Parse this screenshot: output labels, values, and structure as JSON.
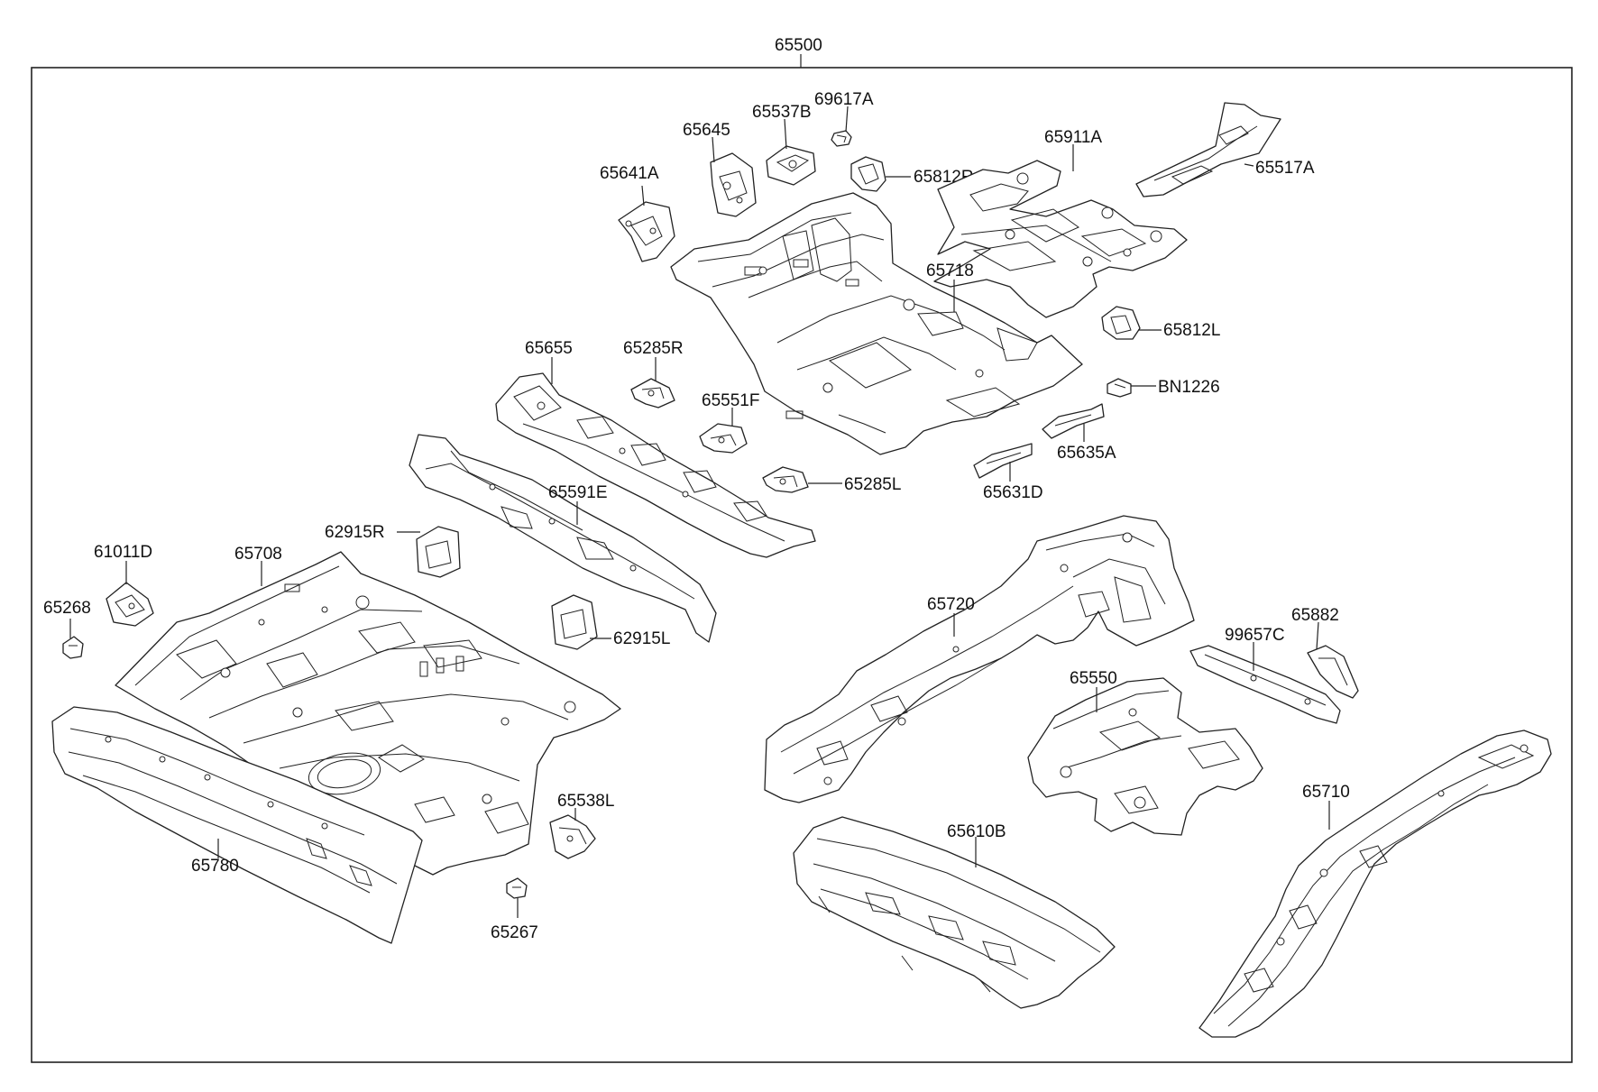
{
  "assembly": {
    "label": "65500"
  },
  "parts": [
    {
      "id": "69617A",
      "label": "69617A"
    },
    {
      "id": "65537B",
      "label": "65537B"
    },
    {
      "id": "65645",
      "label": "65645"
    },
    {
      "id": "65641A",
      "label": "65641A"
    },
    {
      "id": "65812R",
      "label": "65812R"
    },
    {
      "id": "65911A",
      "label": "65911A"
    },
    {
      "id": "65517A",
      "label": "65517A"
    },
    {
      "id": "65718",
      "label": "65718"
    },
    {
      "id": "65812L",
      "label": "65812L"
    },
    {
      "id": "BN1226",
      "label": "BN1226"
    },
    {
      "id": "65655",
      "label": "65655"
    },
    {
      "id": "65285R",
      "label": "65285R"
    },
    {
      "id": "65551F",
      "label": "65551F"
    },
    {
      "id": "65285L",
      "label": "65285L"
    },
    {
      "id": "65635A",
      "label": "65635A"
    },
    {
      "id": "65631D",
      "label": "65631D"
    },
    {
      "id": "65591E",
      "label": "65591E"
    },
    {
      "id": "62915R",
      "label": "62915R"
    },
    {
      "id": "61011D",
      "label": "61011D"
    },
    {
      "id": "65708",
      "label": "65708"
    },
    {
      "id": "65268",
      "label": "65268"
    },
    {
      "id": "62915L",
      "label": "62915L"
    },
    {
      "id": "65720",
      "label": "65720"
    },
    {
      "id": "65882",
      "label": "65882"
    },
    {
      "id": "99657C",
      "label": "99657C"
    },
    {
      "id": "65550",
      "label": "65550"
    },
    {
      "id": "65538L",
      "label": "65538L"
    },
    {
      "id": "65780",
      "label": "65780"
    },
    {
      "id": "65610B",
      "label": "65610B"
    },
    {
      "id": "65710",
      "label": "65710"
    },
    {
      "id": "65267",
      "label": "65267"
    }
  ]
}
